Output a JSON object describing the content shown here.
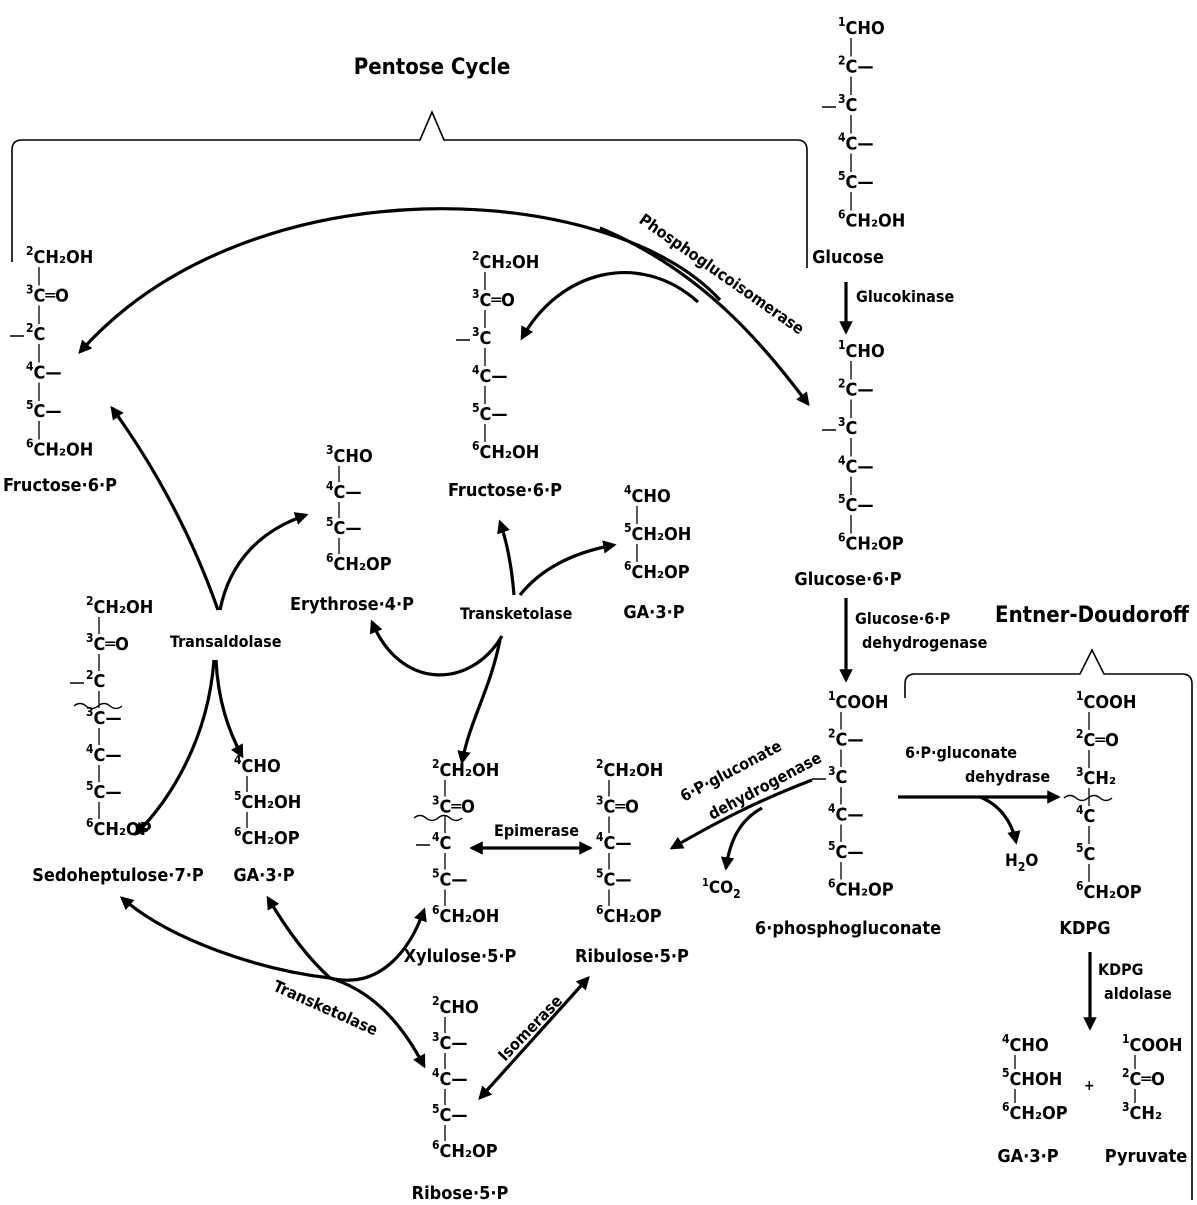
{
  "titles": {
    "pentose": "Pentose Cycle",
    "ed": "Entner-Doudoroff"
  },
  "enzymes": {
    "glucokinase": "Glucokinase",
    "pgi": "Phosphoglucoisomerase",
    "g6pd_1": "Glucose·6·P",
    "g6pd_2": "dehydrogenase",
    "pgd_1": "6·P·gluconate",
    "pgd_2": "dehydrogenase",
    "pgdh_1": "6·P·gluconate",
    "pgdh_2": "dehydrase",
    "kdpg_1": "KDPG",
    "kdpg_2": "aldolase",
    "transaldolase": "Transaldolase",
    "transketolase": "Transketolase",
    "transketolase_lower": "Transketolase",
    "epimerase": "Epimerase",
    "isomerase": "Isomerase"
  },
  "side_products": {
    "co2_sup": "1",
    "co2": "CO",
    "co2_sub": "2",
    "h2o_pre": "H",
    "h2o_sub": "2",
    "h2o_post": "O",
    "plus": "+"
  },
  "molecules": [
    {
      "id": "glucose",
      "name": "Glucose",
      "lines": [
        [
          "1",
          "CHO"
        ],
        [
          "2",
          "C—"
        ],
        [
          "3",
          "C"
        ],
        [
          "4",
          "C—"
        ],
        [
          "5",
          "C—"
        ],
        [
          "6",
          "CH₂OH"
        ]
      ]
    },
    {
      "id": "glucose6p",
      "name": "Glucose·6·P",
      "lines": [
        [
          "1",
          "CHO"
        ],
        [
          "2",
          "C—"
        ],
        [
          "3",
          "C"
        ],
        [
          "4",
          "C—"
        ],
        [
          "5",
          "C—"
        ],
        [
          "6",
          "CH₂OP"
        ]
      ]
    },
    {
      "id": "pgluconate",
      "name": "6·phosphogluconate",
      "lines": [
        [
          "1",
          "COOH"
        ],
        [
          "2",
          "C—"
        ],
        [
          "3",
          "C"
        ],
        [
          "4",
          "C—"
        ],
        [
          "5",
          "C—"
        ],
        [
          "6",
          "CH₂OP"
        ]
      ]
    },
    {
      "id": "kdpg",
      "name": "KDPG",
      "lines": [
        [
          "1",
          "COOH"
        ],
        [
          "2",
          "C═O"
        ],
        [
          "3",
          "CH₂"
        ],
        [
          "4",
          "C"
        ],
        [
          "5",
          "C"
        ],
        [
          "6",
          "CH₂OP"
        ]
      ]
    },
    {
      "id": "ga3p_ed",
      "name": "GA·3·P",
      "lines": [
        [
          "4",
          "CHO"
        ],
        [
          "5",
          "CHOH"
        ],
        [
          "6",
          "CH₂OP"
        ]
      ]
    },
    {
      "id": "pyruvate",
      "name": "Pyruvate",
      "lines": [
        [
          "1",
          "COOH"
        ],
        [
          "2",
          "C═O"
        ],
        [
          "3",
          "CH₂"
        ]
      ]
    },
    {
      "id": "f6p_left",
      "name": "Fructose·6·P",
      "lines": [
        [
          "2",
          "CH₂OH"
        ],
        [
          "3",
          "C═O"
        ],
        [
          "2",
          "C"
        ],
        [
          "4",
          "C—"
        ],
        [
          "5",
          "C—"
        ],
        [
          "6",
          "CH₂OH"
        ]
      ]
    },
    {
      "id": "f6p_mid",
      "name": "Fructose·6·P",
      "lines": [
        [
          "2",
          "CH₂OH"
        ],
        [
          "3",
          "C═O"
        ],
        [
          "3",
          "C"
        ],
        [
          "4",
          "C—"
        ],
        [
          "5",
          "C—"
        ],
        [
          "6",
          "CH₂OH"
        ]
      ]
    },
    {
      "id": "e4p",
      "name": "Erythrose·4·P",
      "lines": [
        [
          "3",
          "CHO"
        ],
        [
          "4",
          "C—"
        ],
        [
          "5",
          "C—"
        ],
        [
          "6",
          "CH₂OP"
        ]
      ]
    },
    {
      "id": "ga3p_tk",
      "name": "GA·3·P",
      "lines": [
        [
          "4",
          "CHO"
        ],
        [
          "5",
          "CH₂OH"
        ],
        [
          "6",
          "CH₂OP"
        ]
      ]
    },
    {
      "id": "s7p",
      "name": "Sedoheptulose·7·P",
      "lines": [
        [
          "2",
          "CH₂OH"
        ],
        [
          "3",
          "C═O"
        ],
        [
          "2",
          "C"
        ],
        [
          "3",
          "C—"
        ],
        [
          "4",
          "C—"
        ],
        [
          "5",
          "C—"
        ],
        [
          "6",
          "CH₂OP"
        ]
      ]
    },
    {
      "id": "ga3p_ta",
      "name": "GA·3·P",
      "lines": [
        [
          "4",
          "CHO"
        ],
        [
          "5",
          "CH₂OH"
        ],
        [
          "6",
          "CH₂OP"
        ]
      ]
    },
    {
      "id": "xylulose",
      "name": "Xylulose·5·P",
      "lines": [
        [
          "2",
          "CH₂OH"
        ],
        [
          "3",
          "C═O"
        ],
        [
          "4",
          "C"
        ],
        [
          "5",
          "C—"
        ],
        [
          "6",
          "CH₂OH"
        ]
      ]
    },
    {
      "id": "ribulose",
      "name": "Ribulose·5·P",
      "lines": [
        [
          "2",
          "CH₂OH"
        ],
        [
          "3",
          "C═O"
        ],
        [
          "4",
          "C—"
        ],
        [
          "5",
          "C—"
        ],
        [
          "6",
          "CH₂OP"
        ]
      ]
    },
    {
      "id": "ribose",
      "name": "Ribose·5·P",
      "lines": [
        [
          "2",
          "CHO"
        ],
        [
          "3",
          "C—"
        ],
        [
          "4",
          "C—"
        ],
        [
          "5",
          "C—"
        ],
        [
          "6",
          "CH₂OP"
        ]
      ]
    }
  ]
}
